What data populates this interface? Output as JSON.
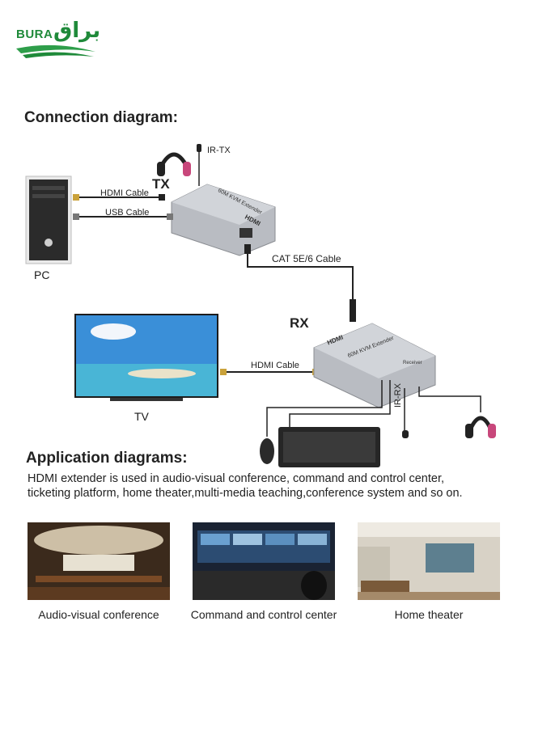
{
  "logo": {
    "latin": "BURA",
    "arabic": "براق"
  },
  "connection": {
    "title": "Connection diagram:",
    "labels": {
      "ir_tx": "IR-TX",
      "tx": "TX",
      "hdmi_cable_tx": "HDMI Cable",
      "usb_cable": "USB Cable",
      "pc": "PC",
      "cat_cable": "CAT 5E/6 Cable",
      "rx": "RX",
      "hdmi_cable_rx": "HDMI Cable",
      "tv": "TV",
      "ir_rx": "IR-RX"
    },
    "device_text": {
      "tx_brand": "HDMI",
      "tx_model": "60M KVM Extender",
      "rx_brand": "HDMI",
      "rx_model": "60M KVM Extender",
      "rx_receiver": "Receiver"
    }
  },
  "application": {
    "title": "Application diagrams:",
    "description_line1": "HDMI extender is used in audio-visual conference, command and control center,",
    "description_line2": "ticketing platform, home theater,multi-media teaching,conference system and so on.",
    "photos": [
      {
        "caption": "Audio-visual conference"
      },
      {
        "caption": "Command and control center"
      },
      {
        "caption": "Home theater"
      }
    ]
  },
  "colors": {
    "brand_green": "#1f8a3a",
    "device_gray": "#b9bcc2",
    "screen_blue": "#3a8fd8"
  }
}
